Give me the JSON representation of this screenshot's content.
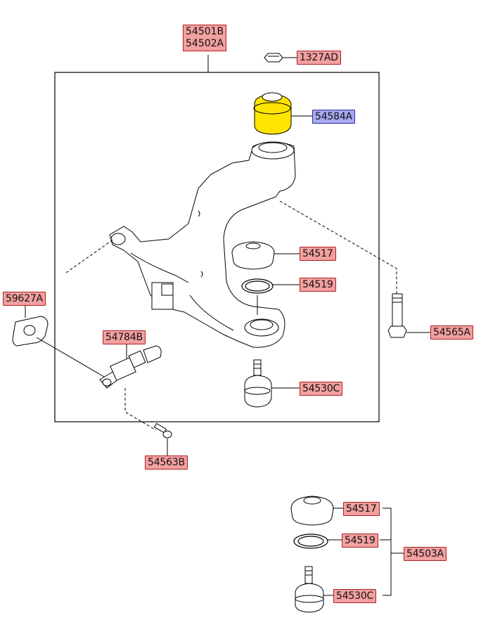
{
  "colors": {
    "label_bg": "#f2a0a0",
    "label_highlight_bg": "#a8a8f2",
    "highlight_part": "#ffe400",
    "line": "#000000"
  },
  "labels": {
    "assembly_top": "54501B",
    "assembly_bottom": "54502A",
    "nut": "1327AD",
    "bushing_highlight": "54584A",
    "dust_cover": "54517",
    "snap_ring": "54519",
    "bolt_long": "54565A",
    "bracket": "59627A",
    "rear_bushing": "54784B",
    "ball_joint": "54530C",
    "bolt_small": "54563B",
    "kit_dust_cover": "54517",
    "kit_snap_ring": "54519",
    "kit_ball_joint": "54530C",
    "kit_assembly": "54503A"
  }
}
